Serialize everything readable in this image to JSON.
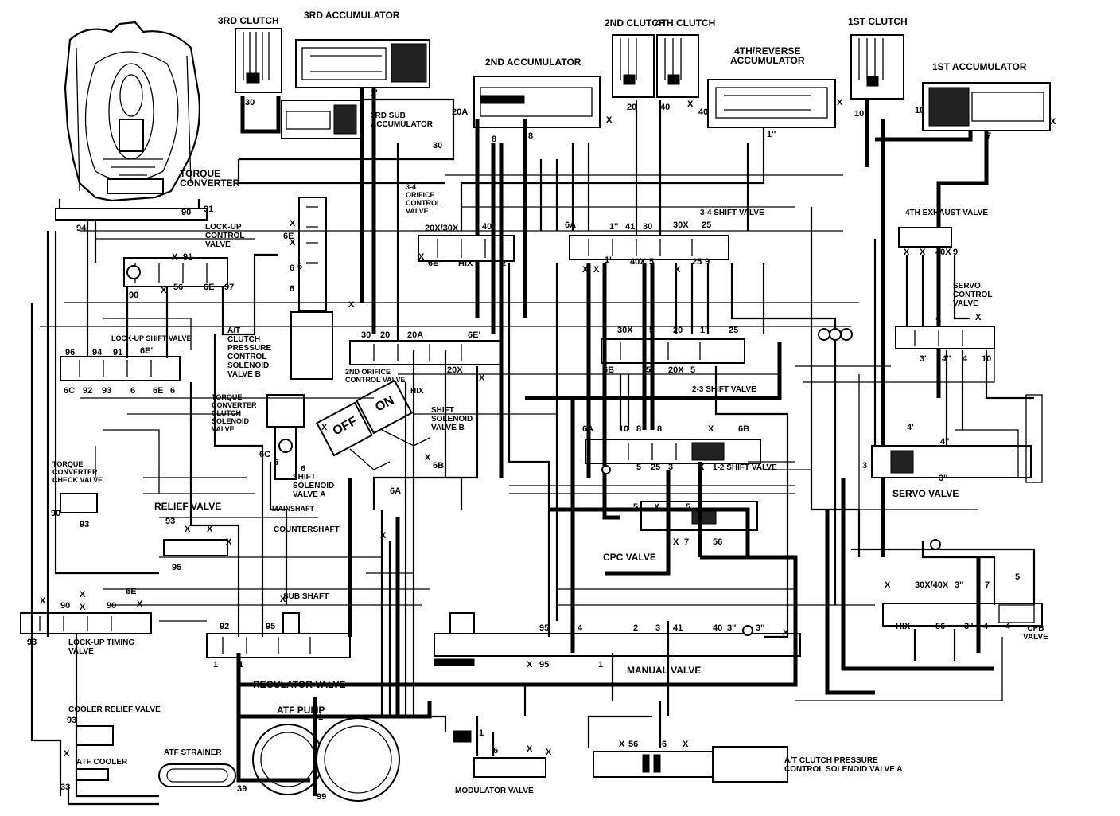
{
  "labels": {
    "third_clutch": "3RD CLUTCH",
    "third_accumulator": "3RD ACCUMULATOR",
    "third_sub_accumulator": "3RD SUB\nACCUMULATOR",
    "second_accumulator": "2ND ACCUMULATOR",
    "second_clutch": "2ND CLUTCH",
    "fourth_clutch": "4TH CLUTCH",
    "fourth_reverse_accumulator": "4TH/REVERSE\nACCUMULATOR",
    "first_clutch": "1ST CLUTCH",
    "first_accumulator": "1ST ACCUMULATOR",
    "torque_converter": "TORQUE\nCONVERTER",
    "lockup_control_valve": "LOCK-UP\nCONTROL\nVALVE",
    "orifice_control_valve_34": "3-4\nORIFICE\nCONTROL\nVALVE",
    "shift_valve_34": "3-4 SHIFT VALVE",
    "fourth_exhaust_valve": "4TH EXHAUST VALVE",
    "servo_control_valve": "SERVO\nCONTROL\nVALVE",
    "lockup_shift_valve": "LOCK-UP SHIFT VALVE",
    "at_clutch_solenoid_b": "A/T\nCLUTCH\nPRESSURE\nCONTROL\nSOLENOID\nVALVE B",
    "second_orifice_control_valve": "2ND ORIFICE\nCONTROL VALVE",
    "hix": "HIX",
    "shift_valve_23": "2-3 SHIFT VALVE",
    "tcc_solenoid_valve": "TORQUE\nCONVERTER\nCLUTCH\nSOLENOID\nVALVE",
    "shift_solenoid_b": "SHIFT\nSOLENOID\nVALVE B",
    "shift_valve_12": "1-2 SHIFT VALVE",
    "tc_check_valve": "TORQUE\nCONVERTER\nCHECK VALVE",
    "shift_solenoid_a": "SHIFT\nSOLENOID\nVALVE A",
    "servo_valve": "SERVO VALVE",
    "relief_valve": "RELIEF VALVE",
    "mainshaft": "MAINSHAFT",
    "countershaft": "COUNTERSHAFT",
    "cpc_valve": "CPC VALVE",
    "sub_shaft": "SUB SHAFT",
    "lockup_timing_valve": "LOCK-UP TIMING\nVALVE",
    "regulator_valve": "REGULATOR VALVE",
    "manual_valve": "MANUAL VALVE",
    "cpb_valve": "CPB\nVALVE",
    "cooler_relief_valve": "COOLER RELIEF VALVE",
    "atf_pump": "ATF PUMP",
    "atf_strainer": "ATF STRAINER",
    "atf_cooler": "ATF COOLER",
    "modulator_valve": "MODULATOR VALVE",
    "at_clutch_solenoid_a": "A/T CLUTCH PRESSURE\nCONTROL SOLENOID VALVE A",
    "off": "OFF",
    "on": "ON"
  },
  "ports": [
    "30",
    "1'",
    "30",
    "20A",
    "8",
    "X",
    "20",
    "40",
    "40",
    "X",
    "1''",
    "X",
    "10",
    "10",
    "X",
    "7",
    "90",
    "91",
    "94",
    "X",
    "X",
    "6E",
    "X",
    "X",
    "6E'",
    "2",
    "HIX",
    "20X/30X",
    "40",
    "6A",
    "1''",
    "41",
    "30",
    "30X",
    "25",
    "X",
    "X",
    "1'",
    "40X",
    "5",
    "X",
    "25",
    "9",
    "X",
    "X",
    "40X",
    "9",
    "X",
    "91",
    "90",
    "X",
    "56",
    "6E",
    "97",
    "6",
    "6",
    "96",
    "94",
    "91",
    "6E'",
    "6C",
    "92",
    "93",
    "6",
    "6E",
    "6",
    "30",
    "20",
    "20A",
    "6E'",
    "20X",
    "X",
    "30X",
    "5",
    "20",
    "1'",
    "25",
    "6B",
    "5",
    "20X",
    "5",
    "S",
    "X",
    "3'",
    "4''",
    "4",
    "10",
    "6A",
    "10",
    "8",
    "8",
    "X",
    "6B",
    "4'",
    "4''",
    "X",
    "6C",
    "X",
    "X",
    "5",
    "25",
    "3",
    "X",
    "5",
    "X",
    "5",
    "3",
    "3''",
    "7",
    "56",
    "6",
    "6A",
    "6B",
    "90",
    "93",
    "93",
    "X",
    "X",
    "95",
    "X",
    "90",
    "X",
    "6E",
    "90",
    "X",
    "X",
    "X",
    "93",
    "92",
    "95",
    "X",
    "1",
    "1",
    "95",
    "4",
    "2",
    "3",
    "41",
    "40",
    "3''",
    "3''",
    "X",
    "X",
    "30X/40X",
    "3''",
    "7",
    "5",
    "HIX",
    "56",
    "3''",
    "4",
    "4",
    "X",
    "95",
    "1",
    "93",
    "X",
    "33",
    "1",
    "1",
    "6",
    "X",
    "39",
    "99",
    "X",
    "56",
    "6",
    "X",
    "X",
    "X",
    "6",
    "6",
    "8"
  ]
}
